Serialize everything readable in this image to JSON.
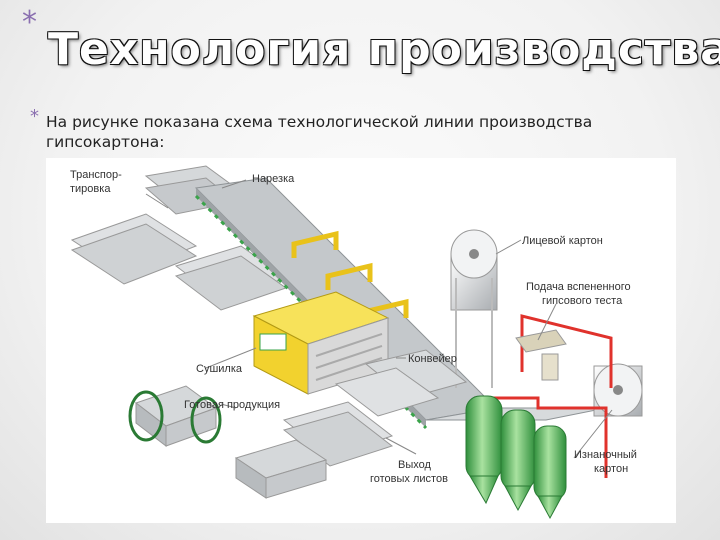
{
  "slide": {
    "title": "Технология производства.",
    "text_line1": "На рисунке показана схема технологической линии производства",
    "text_line2": "гипсокартона:"
  },
  "diagram": {
    "labels": {
      "transport_1": "Транспор-",
      "transport_2": "тировка",
      "cutting": "Нарезка",
      "face_cardboard": "Лицевой картон",
      "gypsum_feed_1": "Подача вспененного",
      "gypsum_feed_2": "гипсового теста",
      "conveyor": "Конвейер",
      "dryer": "Сушилка",
      "finished_products": "Готовая продукция",
      "sheet_exit_1": "Выход",
      "sheet_exit_2": "готовых листов",
      "back_cardboard_1": "Изнаночный",
      "back_cardboard_2": "картон"
    },
    "colors": {
      "accent_green": "#3aa34a",
      "yellow_machine": "#f2d22e",
      "red_pipes": "#e0322c",
      "gray_metal": "#b8bcbf"
    }
  }
}
